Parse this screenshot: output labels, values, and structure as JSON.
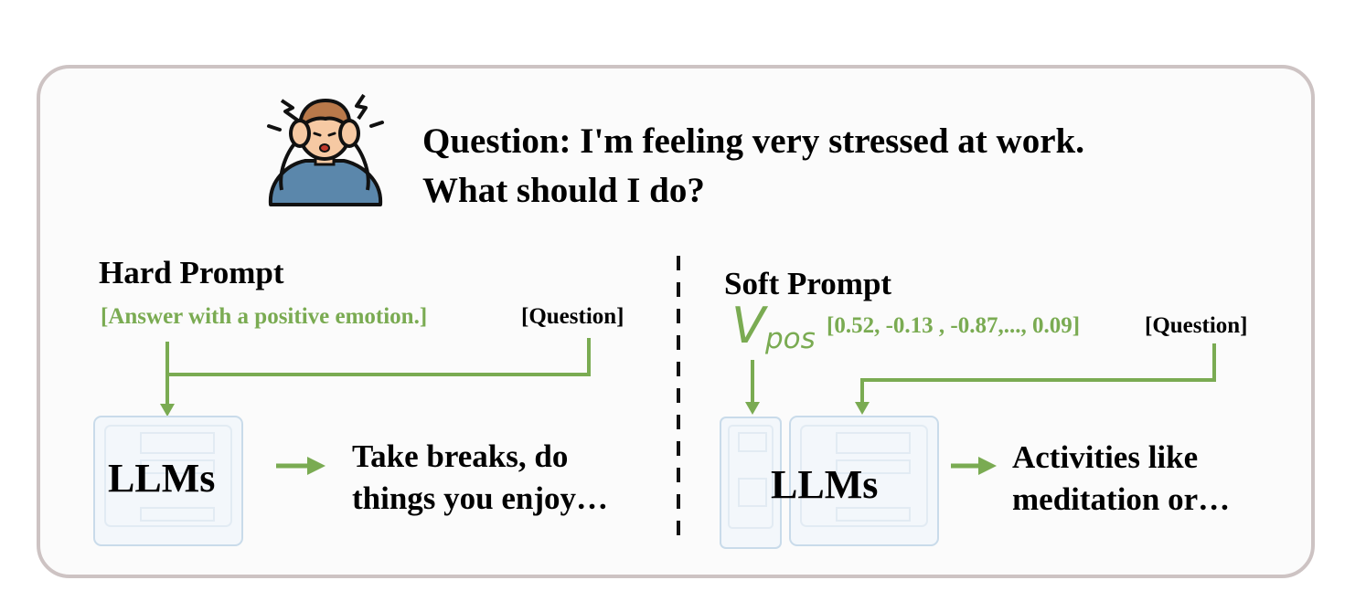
{
  "question": {
    "line1": "Question: I'm feeling very stressed at work.",
    "line2": "What should I do?"
  },
  "hard_prompt": {
    "title": "Hard Prompt",
    "instruction": "[Answer with a positive emotion.]",
    "question_tag": "[Question]",
    "model_label": "LLMs",
    "response_line1": "Take breaks, do",
    "response_line2": "things you enjoy…"
  },
  "soft_prompt": {
    "title": "Soft Prompt",
    "vector_symbol": "V",
    "vector_subscript": "pos",
    "vector_values": "[0.52, -0.13 , -0.87,..., 0.09]",
    "question_tag": "[Question]",
    "model_label": "LLMs",
    "response_line1": "Activities like",
    "response_line2": "meditation or…"
  },
  "colors": {
    "accent_green": "#7aab52",
    "border": "#cdc3c3",
    "panel_bg": "#fbfbfb",
    "llm_box_border": "#c9dbea",
    "llm_box_fill": "#f3f7fb",
    "person_shirt": "#5b87ab",
    "person_hair": "#b9794a",
    "person_skin": "#f6c9a3"
  },
  "icons": {
    "person": "stressed-person-icon"
  }
}
